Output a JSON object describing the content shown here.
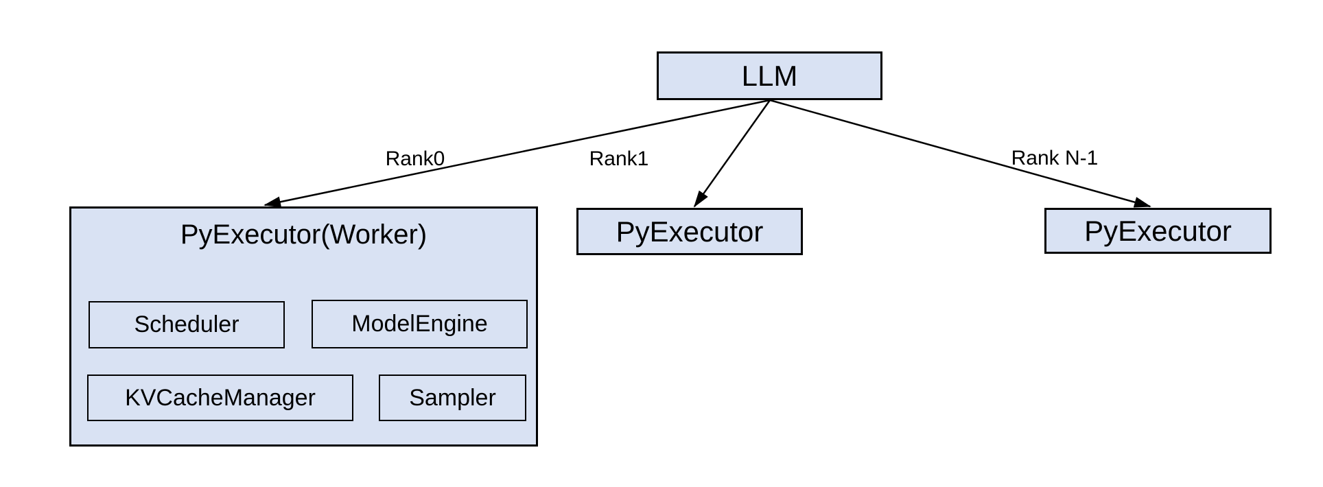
{
  "diagram": {
    "llm": {
      "label": "LLM"
    },
    "edges": [
      {
        "label": "Rank0"
      },
      {
        "label": "Rank1"
      },
      {
        "label": "Rank N-1"
      }
    ],
    "worker": {
      "title": "PyExecutor(Worker)",
      "components": [
        {
          "label": "Scheduler"
        },
        {
          "label": "ModelEngine"
        },
        {
          "label": "KVCacheManager"
        },
        {
          "label": "Sampler"
        }
      ]
    },
    "executors": [
      {
        "label": "PyExecutor"
      },
      {
        "label": "PyExecutor"
      }
    ],
    "colors": {
      "box_fill": "#d9e2f3",
      "box_border": "#000000",
      "arrow": "#000000",
      "text": "#000000",
      "background": "#ffffff"
    }
  }
}
